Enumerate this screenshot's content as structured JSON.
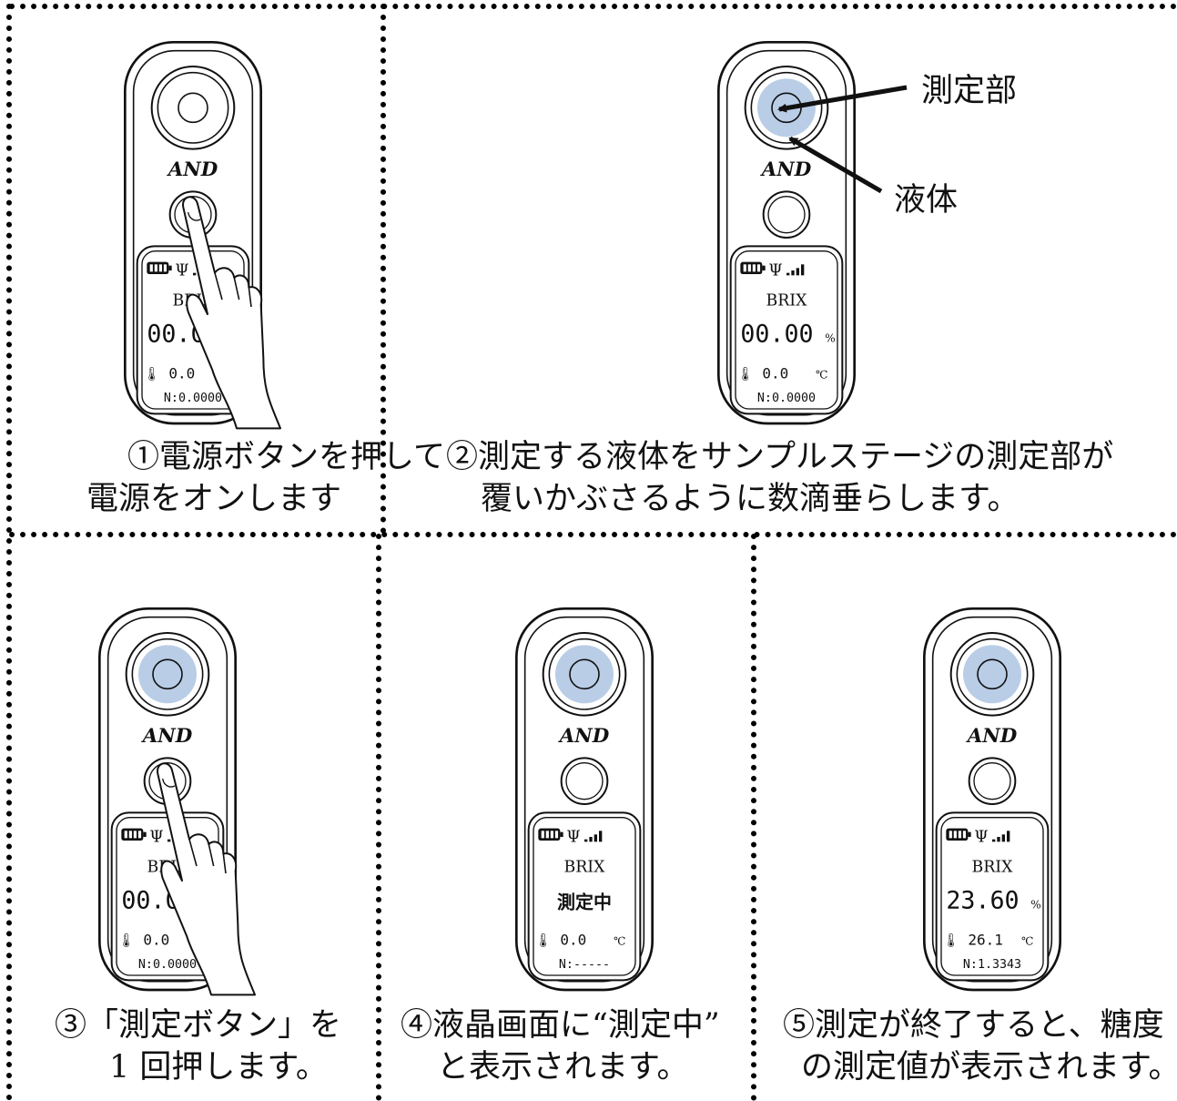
{
  "steps": [
    {
      "caption_lines": [
        "①電源ボタンを押して",
        "電源をオンします"
      ],
      "hand": true,
      "sample": false,
      "display": {
        "label": "BRIX",
        "value": "00.00",
        "unit": "%",
        "temp": "0.0",
        "temp_unit": "℃",
        "n": "N:0.0000"
      }
    },
    {
      "caption_lines": [
        "②測定する液体をサンプルステージの測定部が",
        "覆いかぶさるように数滴垂らします。"
      ],
      "hand": false,
      "sample": true,
      "display": {
        "label": "BRIX",
        "value": "00.00",
        "unit": "%",
        "temp": "0.0",
        "temp_unit": "℃",
        "n": "N:0.0000"
      }
    },
    {
      "caption_lines": [
        "③「測定ボタン」を",
        "1 回押します。"
      ],
      "hand": true,
      "sample": true,
      "display": {
        "label": "BRIX",
        "value": "00.00",
        "unit": "%",
        "temp": "0.0",
        "temp_unit": "℃",
        "n": "N:0.0000"
      }
    },
    {
      "caption_lines": [
        "④液晶画面に“測定中”",
        "と表示されます。"
      ],
      "hand": false,
      "sample": true,
      "display": {
        "label": "BRIX",
        "value": "測定中",
        "unit": "",
        "temp": "0.0",
        "temp_unit": "℃",
        "n": "N:-----"
      }
    },
    {
      "caption_lines": [
        "⑤測定が終了すると、糖度",
        "の測定値が表示されます。"
      ],
      "hand": false,
      "sample": true,
      "display": {
        "label": "BRIX",
        "value": "23.60",
        "unit": "%",
        "temp": "26.1",
        "temp_unit": "℃",
        "n": "N:1.3343"
      }
    }
  ],
  "brand_logo": "AND",
  "callouts": {
    "measurement_part": "測定部",
    "liquid": "液体"
  },
  "colors": {
    "sample": "#b9cde6",
    "line": "#111111"
  }
}
